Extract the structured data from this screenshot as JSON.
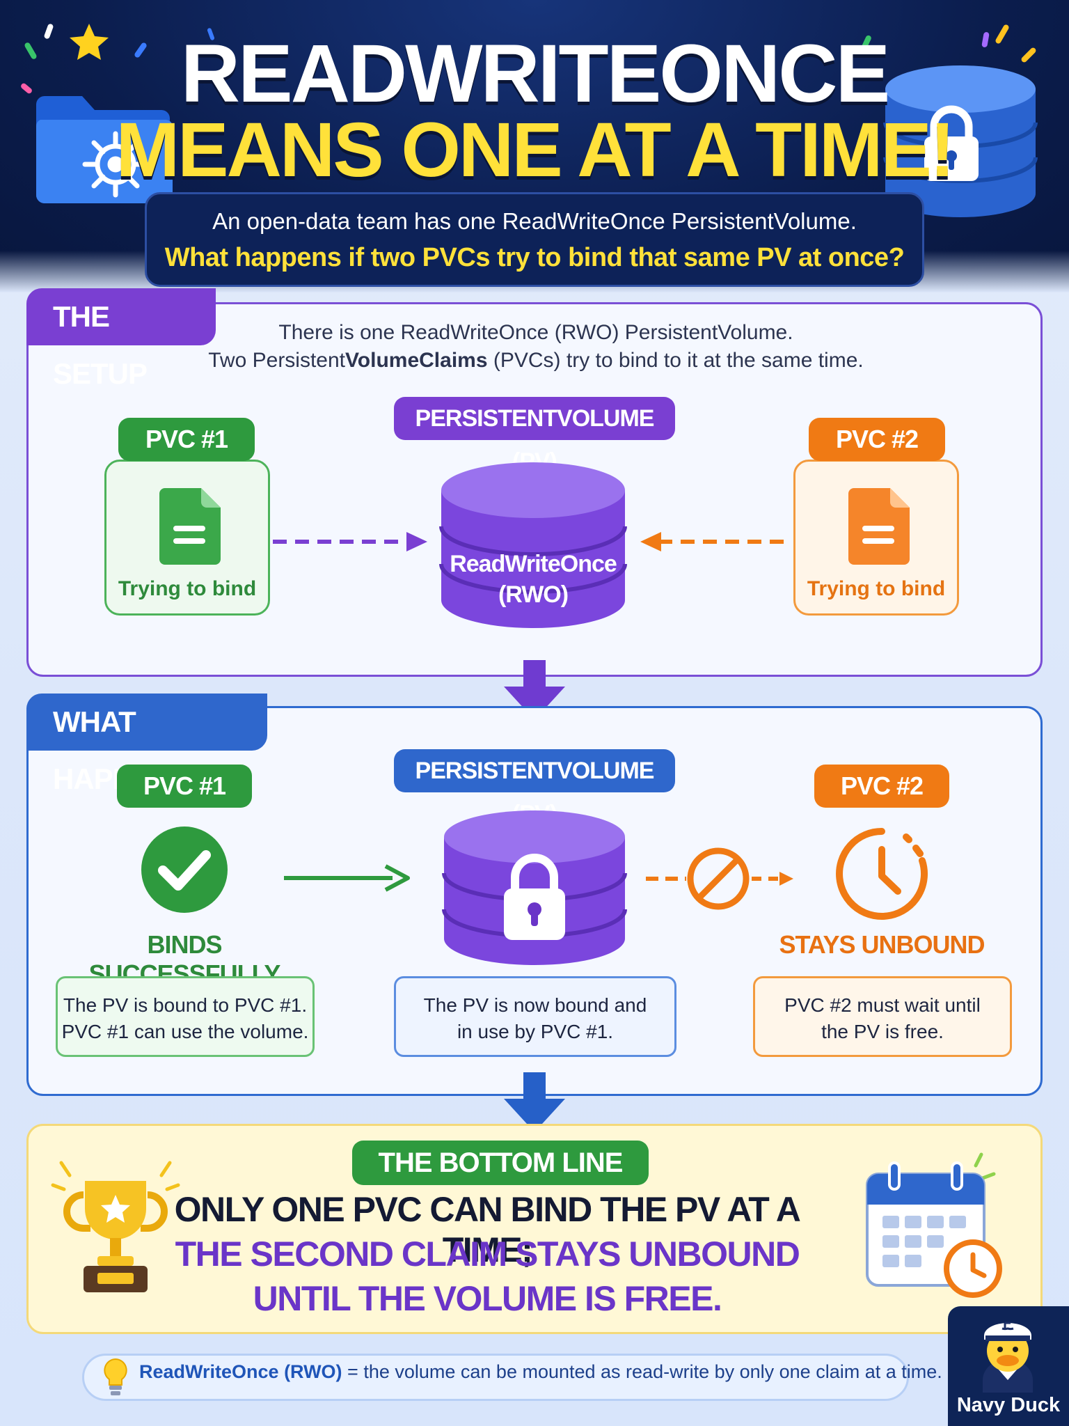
{
  "header": {
    "title_line1": "READWRITEONCE",
    "title_line2": "MEANS ONE AT A TIME!",
    "intro_line1": "An open-data team has one ReadWriteOnce PersistentVolume.",
    "intro_line2": "What happens if two PVCs try to bind that same PV at once?"
  },
  "setup": {
    "tab": "THE SETUP",
    "desc_line1": "There is one ReadWriteOnce (RWO) PersistentVolume.",
    "desc_line2_pre": "Two Persistent",
    "desc_line2_bold": "VolumeClaims",
    "desc_line2_post": " (PVCs) try to bind to it at the same time.",
    "pvc1_label": "PVC #1",
    "pvc1_caption": "Trying to bind",
    "pv_label": "PERSISTENTVOLUME (PV)",
    "pv_text_line1": "ReadWriteOnce",
    "pv_text_line2": "(RWO)",
    "pvc2_label": "PVC #2",
    "pvc2_caption": "Trying to bind"
  },
  "happens": {
    "tab": "WHAT HAPPENS",
    "pvc1_label": "PVC #1",
    "pvc1_status": "BINDS SUCCESSFULLY",
    "pvc1_note_line1": "The PV is bound to PVC #1.",
    "pvc1_note_line2": "PVC #1 can use the volume.",
    "pv_label": "PERSISTENTVOLUME (PV)",
    "pv_note_line1": "The PV is now bound and",
    "pv_note_line2": "in use by PVC #1.",
    "pvc2_label": "PVC #2",
    "pvc2_status": "STAYS UNBOUND",
    "pvc2_note_line1": "PVC #2 must wait until",
    "pvc2_note_line2": "the PV is free."
  },
  "bottom": {
    "tab": "THE BOTTOM LINE",
    "line1": "ONLY ONE PVC CAN BIND THE PV AT A TIME;",
    "line2": "THE SECOND CLAIM STAYS UNBOUND",
    "line3": "UNTIL THE VOLUME IS FREE."
  },
  "tip": {
    "term": "ReadWriteOnce (RWO)",
    "definition": " = the volume can be mounted as read-write by only one claim at a time."
  },
  "brand": {
    "name": "Navy Duck"
  },
  "colors": {
    "navy": "#0b1d4d",
    "yellow": "#ffe13a",
    "purple": "#7a3fd2",
    "blue": "#2f67cc",
    "green": "#2e9a3e",
    "orange": "#f07a14"
  },
  "icons": [
    "kubernetes-folder-icon",
    "locked-database-icon",
    "document-icon",
    "database-icon",
    "check-circle-icon",
    "lock-icon",
    "no-entry-icon",
    "clock-icon",
    "trophy-icon",
    "calendar-clock-icon",
    "lightbulb-icon",
    "sailor-duck-icon"
  ]
}
